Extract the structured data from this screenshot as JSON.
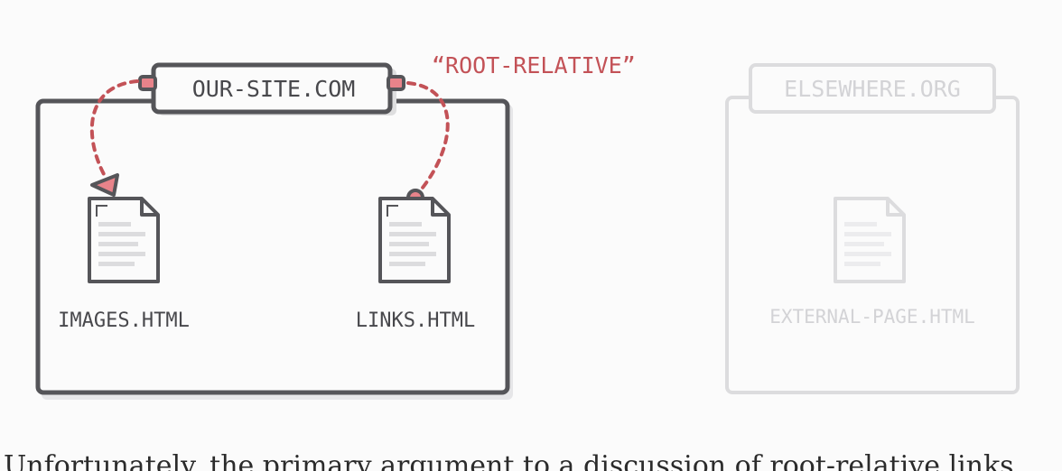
{
  "our_site": {
    "domain": "OUR-SITE.COM",
    "annotation": "“ROOT-RELATIVE”",
    "files": [
      {
        "name": "IMAGES.HTML"
      },
      {
        "name": "LINKS.HTML"
      }
    ]
  },
  "elsewhere": {
    "domain": "ELSEWHERE.ORG",
    "files": [
      {
        "name": "EXTERNAL-PAGE.HTML"
      }
    ]
  },
  "caption": "Unfortunately, the primary argument to a discussion of root-relative links",
  "colors": {
    "outline": "#555559",
    "faded": "#dcdcde",
    "accent": "#c35257",
    "accent_fill": "#e8838a",
    "text": "#48484c"
  },
  "icons": [
    "document-icon",
    "arrowhead-icon",
    "link-origin-dot-icon"
  ]
}
